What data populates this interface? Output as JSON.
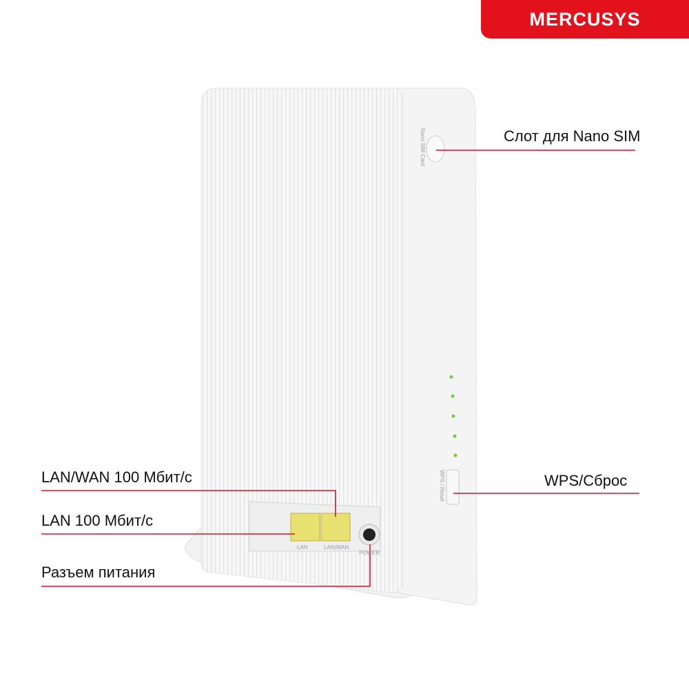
{
  "brand": {
    "logo_text": "MERCUSYS",
    "color": "#e3111b"
  },
  "callouts": {
    "sim_slot": "Слот для Nano SIM",
    "wps_reset": "WPS/Сброс",
    "lan_wan": "LAN/WAN 100 Мбит/с",
    "lan": "LAN 100 Мбит/с",
    "power": "Разъем питания"
  },
  "device_labels": {
    "sim": "Nano SIM Card",
    "lan": "LAN",
    "lan_wan": "LAN/WAN",
    "power": "POWER",
    "wps": "WPS / Reset"
  },
  "colors": {
    "line": "#d0112b",
    "port": "#e8e070",
    "led": "#7ac943"
  }
}
